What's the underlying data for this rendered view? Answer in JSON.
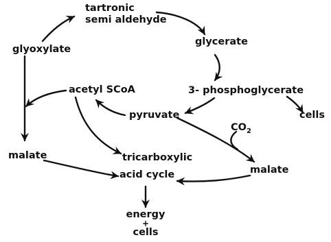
{
  "diagram": {
    "nodes": {
      "glyoxylate": "glyoxylate",
      "tartronic_line1": "tartronic",
      "tartronic_line2": "semi aldehyde",
      "glycerate": "glycerate",
      "phosphoglycerate": "3- phosphoglycerate",
      "cells_right": "cells",
      "acetyl_scoa": "acetyl SCoA",
      "pyruvate": "pyruvate",
      "co2": "CO",
      "co2_subscript": "2",
      "malate_left": "malate",
      "tricarboxylic": "tricarboxylic",
      "acid_cycle": "acid cycle",
      "malate_right": "malate",
      "energy": "energy",
      "plus": "+",
      "cells_bottom": "cells"
    }
  }
}
